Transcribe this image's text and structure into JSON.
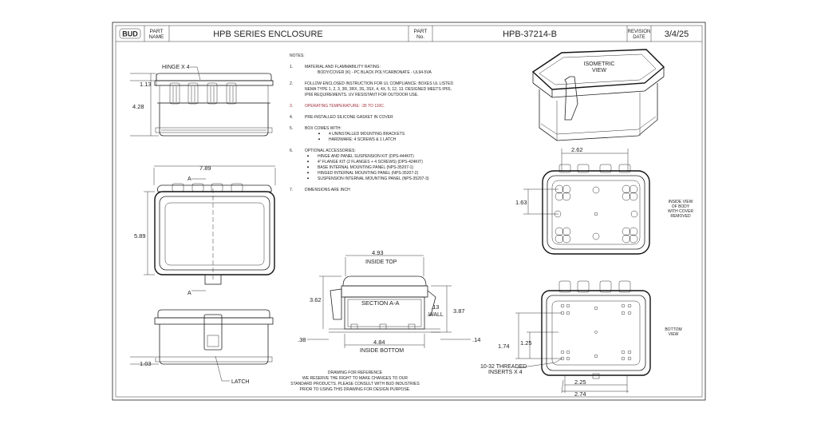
{
  "title_block": {
    "logo_text": "BUD",
    "part_name_label": "PART\nNAME",
    "part_name_label_1": "PART",
    "part_name_label_2": "NAME",
    "part_name_value": "HPB SERIES ENCLOSURE",
    "part_no_label_1": "PART",
    "part_no_label_2": "No.",
    "part_no_value": "HPB-37214-B",
    "revision_label_1": "REVISION",
    "revision_label_2": "DATE",
    "revision_value": "3/4/25"
  },
  "notes": {
    "heading": "NOTES:",
    "items": [
      {
        "num": "1.",
        "lines": [
          "MATERIAL AND FLAMMABILITY RATING:",
          "BODY/COVER (K) - PC BLACK POLYCARBONATE - UL94-5VA"
        ]
      },
      {
        "num": "2.",
        "lines": [
          "FOLLOW ENCLOSED INSTRUCTION FOR UL COMPLIANCE: BOXES UL LISTED",
          "NEMA TYPE 1, 2, 3, 3R, 3RX, 3S, 3SX, 4, 4X, 5, 12, 13. DESIGNED MEETS IP65,",
          "IP66 REQUIREMENTS. UV RESISTANT FOR OUTDOOR USE."
        ]
      },
      {
        "num": "3.",
        "lines": [
          "OPERATING TEMPERATURE: -35 TO 110C."
        ],
        "highlight": true
      },
      {
        "num": "4.",
        "lines": [
          "PRE-INSTALLED SILICONE GASKET IN COVER"
        ]
      },
      {
        "num": "5.",
        "lines": [
          "BOX COMES WITH:"
        ],
        "bullets": [
          "4 UNINSTALLED MOUNTING BRACKETS",
          "HARDWARE: 4 SCREWS & 1 LATCH"
        ]
      },
      {
        "num": "6.",
        "lines": [
          "OPTIONAL ACCESSORIES:"
        ],
        "bullets": [
          "HINGE AND PANEL SUSPENSION KIT  (DPS-444KIT)",
          "4\" FLANGE KIT (2 FLANGES + 4 SCREWS) (DPS-424KIT)",
          "BASE INTERNAL MOUNTING PANEL  (NPS-35207-1)",
          "HINGED INTERNAL MOUNTING PANEL  (NPS-35207-2)",
          "SUSPENSION INTERNAL MOUNTING PANEL  (NPS-35207-3)"
        ]
      },
      {
        "num": "7.",
        "lines": [
          "DIMENSIONS ARE INCH"
        ]
      }
    ]
  },
  "callouts": {
    "hinge": "HINGE X 4",
    "latch": "LATCH",
    "isometric_1": "ISOMETRIC",
    "isometric_2": "VIEW",
    "inside_view": [
      "INSIDE VIEW",
      "OF BODY",
      "WITH COVER",
      "REMOVED"
    ],
    "bottom_view": [
      "BOTTOM",
      "VIEW"
    ],
    "section": "SECTION A-A",
    "inside_top": "INSIDE TOP",
    "inside_bottom": "INSIDE BOTTOM",
    "wall": "WALL",
    "inserts_1": "10-32 THREADED",
    "inserts_2": "INSERTS X 4",
    "section_marker": "A"
  },
  "dimensions": {
    "front_cover": "1.13",
    "front_height": "4.28",
    "top_width": "7.89",
    "top_height": "5.89",
    "side_base": "1.03",
    "inside_top_w": "4.93",
    "section_h1": "3.62",
    "wall_thk": ".13",
    "section_h2": "3.87",
    "inside_bottom_w": "4.84",
    "flange_l": ".38",
    "flange_r": ".14",
    "inside_w": "2.62",
    "inside_h": "1.63",
    "bottom_h1": "1.74",
    "bottom_h2": "1.25",
    "bottom_w1": "2.25",
    "bottom_w2": "2.74"
  },
  "disclaimer": [
    "DRAWING FOR REFERENCE",
    "WE RESERVE THE RIGHT TO MAKE CHANGES TO OUR",
    "STANDARD PRODUCTS. PLEASE CONSULT WITH BUD INDUSTRIES",
    "PRIOR TO USING THIS DRAWING FOR DESIGN PURPOSE."
  ]
}
